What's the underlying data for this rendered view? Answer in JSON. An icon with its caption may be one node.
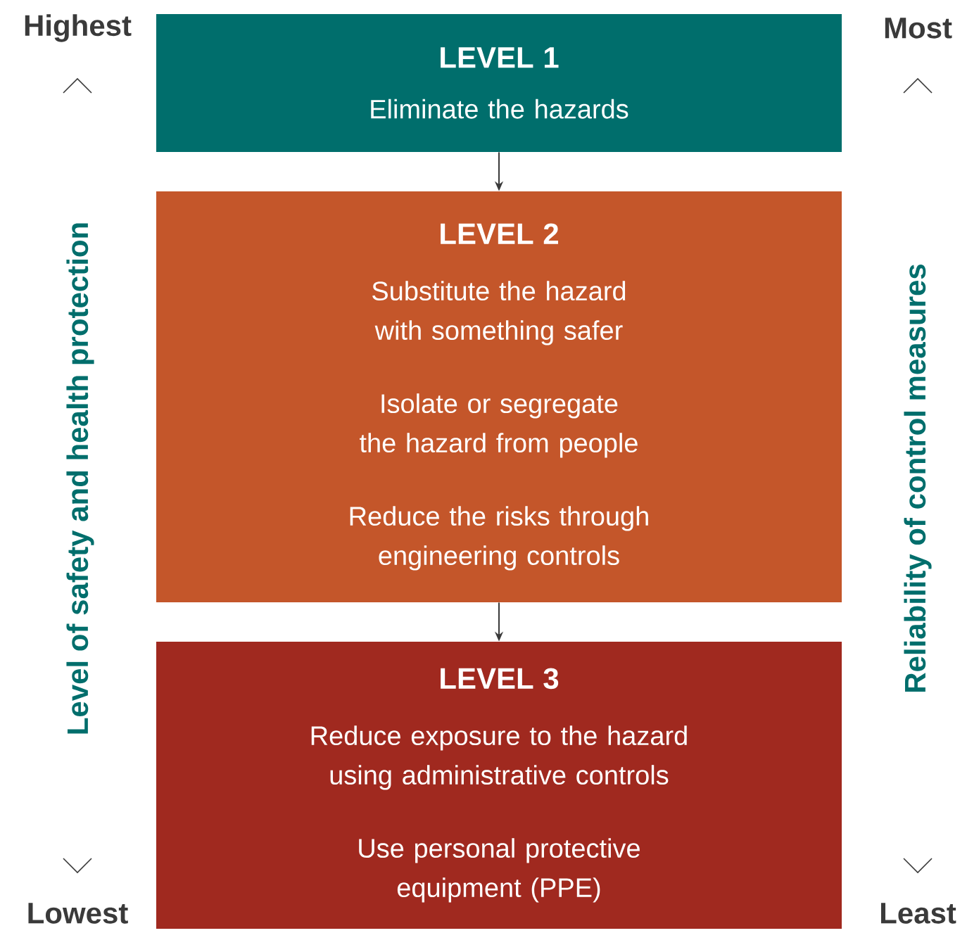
{
  "diagram": {
    "nodes": [
      {
        "text": [
          "LEVEL 1",
          "Eliminate the hazards"
        ]
      },
      {
        "text": [
          "LEVEL 2",
          "Substitute the hazard with something safer",
          "Isolate or segregate the hazard from people",
          "Reduce the risks through engineering controls"
        ]
      },
      {
        "text": [
          "LEVEL 3",
          "Reduce exposure to the hazard using administrative controls",
          "Use personal protective equipment (PPE)"
        ]
      }
    ],
    "edges": [
      {
        "from": 0,
        "to": 1,
        "arrow": "to"
      },
      {
        "from": 1,
        "to": 2,
        "arrow": "to"
      }
    ],
    "labels": [
      "Highest",
      "Most",
      "Level of safety and health protection",
      "Reliability of control measures",
      "Lowest",
      "Least"
    ]
  }
}
